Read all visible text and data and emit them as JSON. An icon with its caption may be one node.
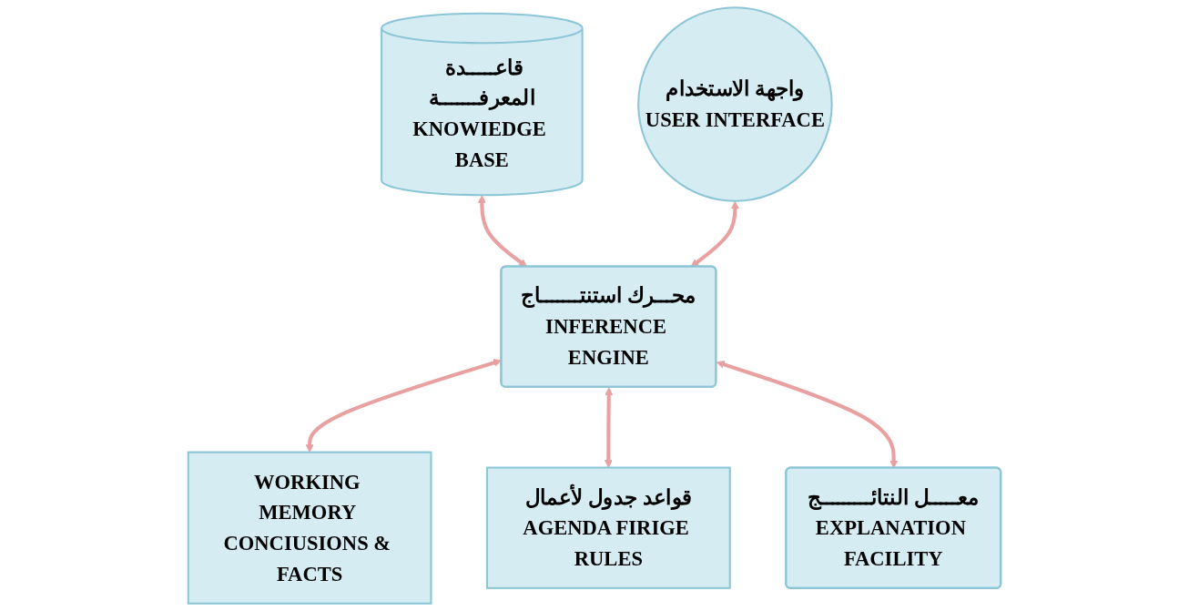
{
  "diagram": {
    "nodes": [
      {
        "text": [
          "قاعـــــدة المعرفـــــــة",
          "KNOWIEDGE BASE"
        ]
      },
      {
        "text": [
          "WORKING MEMORY CONCIUSIONS & FACTS"
        ]
      },
      {
        "text": [
          "واجهة الاستخدام",
          "USER INTERFACE"
        ]
      },
      {
        "text": [
          "محـــرك استنتـــــــاج",
          "INFERENCE ENGINE"
        ]
      },
      {
        "text": [
          "قواعد جدول لأعمال",
          "AGENDA FIRIGE RULES"
        ]
      },
      {
        "text": [
          "معـــــل النتائـــــــــج",
          "EXPLANATION FACILITY"
        ]
      }
    ],
    "edges": [
      {
        "from": 0,
        "to": 3,
        "arrow": "both"
      },
      {
        "from": 2,
        "to": 3,
        "arrow": "both"
      },
      {
        "from": 3,
        "to": 1,
        "arrow": "both"
      },
      {
        "from": 3,
        "to": 4,
        "arrow": "both"
      },
      {
        "from": 3,
        "to": 5,
        "arrow": "both"
      }
    ]
  }
}
